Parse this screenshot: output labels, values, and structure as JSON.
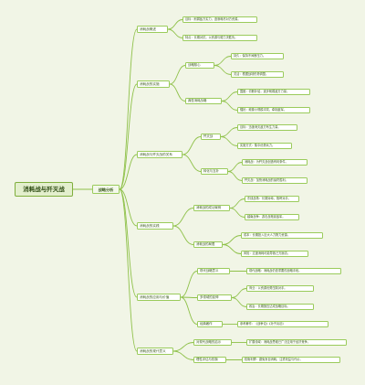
{
  "root": {
    "label": "消耗战与歼灭战"
  },
  "center": {
    "label": "战略分析"
  },
  "branches": [
    {
      "label": "消耗战概述",
      "children": [
        {
          "label": "目标：削弱敌方实力，逐渐耗尽对方资源。"
        },
        {
          "label": "特点：长期对抗，以资源与毅力决胜负。"
        }
      ]
    },
    {
      "label": "消耗战的实施",
      "children": [
        {
          "label": "战略核心",
          "children": [
            {
              "label": "持久：保持不间断压力。"
            },
            {
              "label": "灵活：根据战场形势调整。"
            }
          ]
        },
        {
          "label": "典型消耗战略",
          "children": [
            {
              "label": "围困：切断补给，逐步削弱敌方力量。"
            },
            {
              "label": "骚扰：频繁小规模冲突，牵制敌军。"
            }
          ]
        }
      ]
    },
    {
      "label": "消耗战与歼灭战的关系",
      "children": [
        {
          "label": "歼灭战",
          "children": [
            {
              "label": "目标：迅速消灭敌方有生力量。"
            },
            {
              "label": "实施方式：集中优势兵力。"
            }
          ]
        },
        {
          "label": "转化与互补",
          "children": [
            {
              "label": "消耗战：为歼灭战创造有利条件。"
            },
            {
              "label": "歼灭战：加快消耗战的最终胜利。"
            }
          ]
        }
      ]
    },
    {
      "label": "消耗战的实践",
      "children": [
        {
          "label": "消耗战的成功案例",
          "children": [
            {
              "label": "东线战场：长期对峙，拖垮对手。"
            },
            {
              "label": "越南战争：游击战拖延敌军。"
            }
          ]
        },
        {
          "label": "消耗战的局限",
          "children": [
            {
              "label": "成本：长期投入巨大人力物力资源。"
            },
            {
              "label": "风险：过度消耗可能导致己方崩溃。"
            }
          ]
        }
      ]
    },
    {
      "label": "消耗战的应用与价值",
      "children": [
        {
          "label": "现代战略意义",
          "children": [
            {
              "label": "现代战略：消耗战仍是重要的战略手段。"
            }
          ]
        },
        {
          "label": "多领域的延伸",
          "children": [
            {
              "label": "商业：以资源优势压制对手。"
            },
            {
              "label": "政治：长期施压达成战略目标。"
            }
          ]
        },
        {
          "label": "经典著作",
          "children": [
            {
              "label": "参考著作：《战争论》《孙子兵法》"
            }
          ]
        }
      ]
    },
    {
      "label": "消耗战的现代意义",
      "children": [
        {
          "label": "对现代战略的启示",
          "children": [
            {
              "label": "扩展领域：消耗战思维已广泛应用于经济竞争。"
            }
          ]
        },
        {
          "label": "理性评估与权衡",
          "children": [
            {
              "label": "权衡利弊：避免盲目消耗，注重效益与代价。"
            }
          ]
        }
      ]
    }
  ]
}
